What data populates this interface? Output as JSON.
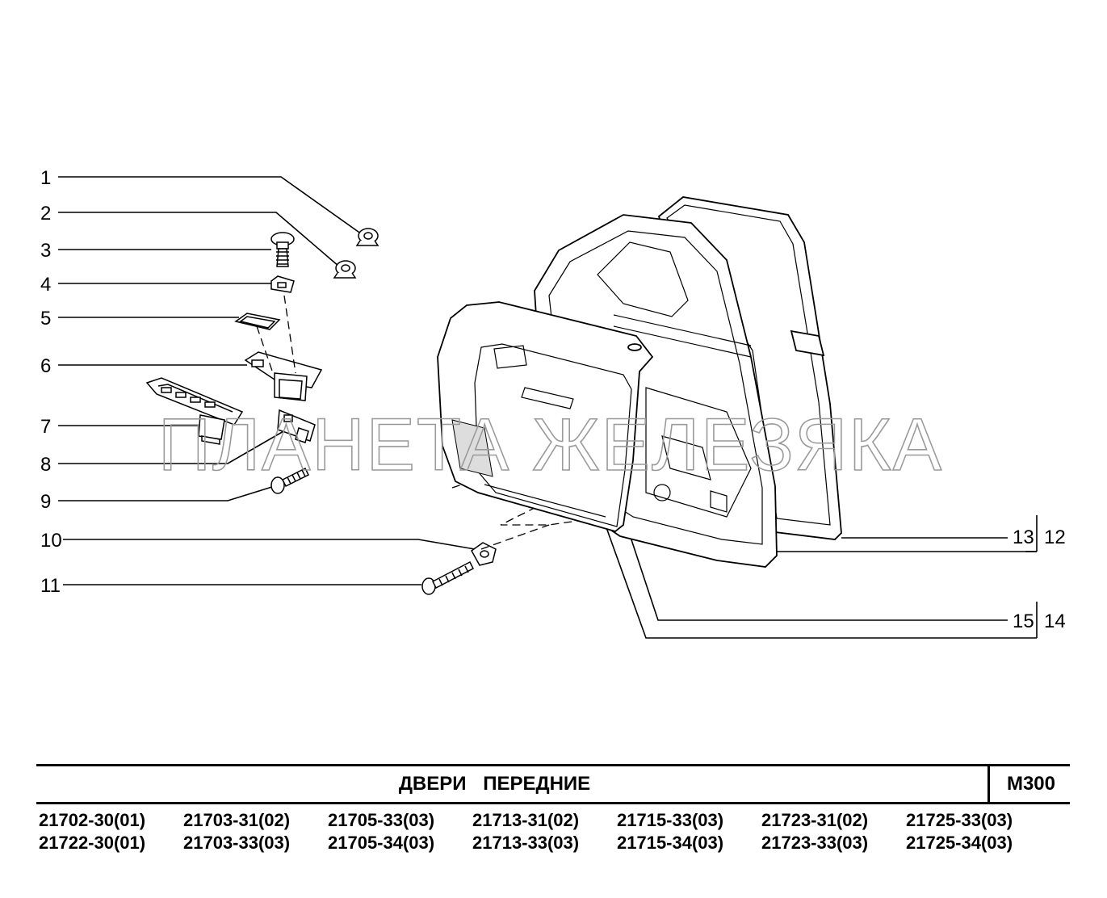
{
  "watermark": "ПЛАНЕТА ЖЕЛЕЗЯКА",
  "title": "ДВЕРИ   ПЕРЕДНИЕ",
  "code": "М300",
  "models_row1": [
    "21702-30(01)",
    "21703-31(02)",
    "21705-33(03)",
    "21713-31(02)",
    "21715-33(03)",
    "21723-31(02)",
    "21725-33(03)"
  ],
  "models_row2": [
    "21722-30(01)",
    "21703-33(03)",
    "21705-34(03)",
    "21713-33(03)",
    "21715-34(03)",
    "21723-33(03)",
    "21725-34(03)"
  ],
  "callouts_left": [
    "1",
    "2",
    "3",
    "4",
    "5",
    "6",
    "7",
    "8",
    "9",
    "10",
    "11"
  ],
  "callouts_right": [
    "13",
    "12",
    "15",
    "14"
  ]
}
